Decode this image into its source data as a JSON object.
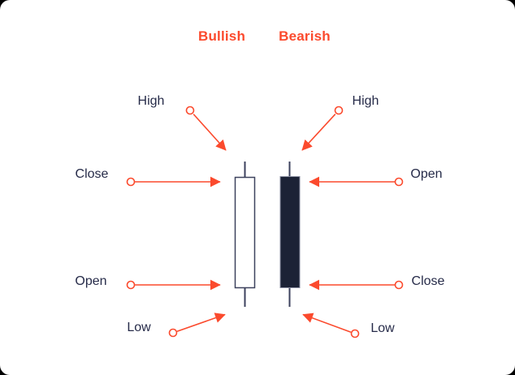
{
  "titles": {
    "bullish": "Bullish",
    "bearish": "Bearish"
  },
  "bullish_labels": {
    "high": "High",
    "close": "Close",
    "open": "Open",
    "low": "Low"
  },
  "bearish_labels": {
    "high": "High",
    "open": "Open",
    "close": "Close",
    "low": "Low"
  },
  "colors": {
    "accent_arrow": "#fb4a2d",
    "title_text": "#fb4a2d",
    "label_text": "#262b49",
    "bullish_body_fill": "#ffffff",
    "bullish_body_outline": "#3d425e",
    "bearish_body_fill": "#1c2236",
    "bearish_body_outline": "#8a8ea1",
    "wick": "#3d425e",
    "card_background": "#ffffff",
    "page_background": "#000000"
  }
}
